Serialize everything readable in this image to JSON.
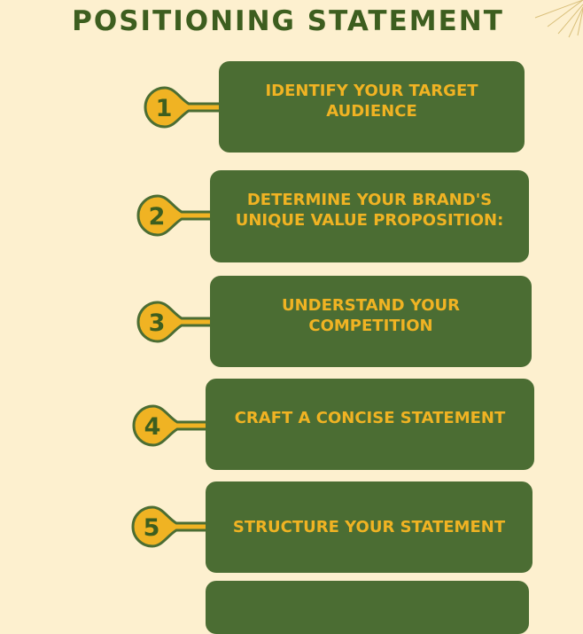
{
  "title": "POSITIONING STATEMENT",
  "steps": [
    {
      "number": "1",
      "label": "IDENTIFY YOUR TARGET AUDIENCE"
    },
    {
      "number": "2",
      "label": "DETERMINE YOUR BRAND'S UNIQUE VALUE PROPOSITION:"
    },
    {
      "number": "3",
      "label": "UNDERSTAND YOUR COMPETITION"
    },
    {
      "number": "4",
      "label": "CRAFT A CONCISE STATEMENT"
    },
    {
      "number": "5",
      "label": "STRUCTURE YOUR STATEMENT"
    }
  ],
  "colors": {
    "background": "#fdf0cf",
    "green": "#4b6d33",
    "yellow": "#f0b323",
    "title": "#3d5e1f"
  }
}
